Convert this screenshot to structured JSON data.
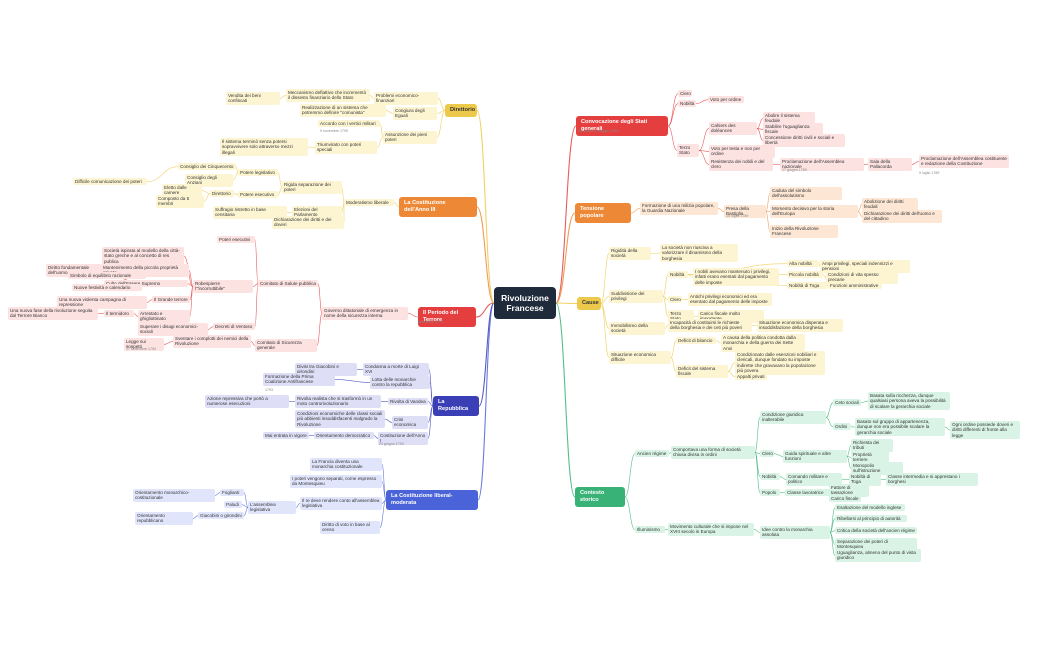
{
  "root": "Rivoluzione Francese",
  "colors": {
    "red": "#e53e3e",
    "orange": "#ed8936",
    "yellow": "#ecc94b",
    "green": "#38b277",
    "blue": "#4a63d8",
    "purple": "#3b3fb5",
    "dark": "#1f2a3a",
    "pink_bg": "#fde2e2",
    "peach_bg": "#fde7d4",
    "yellow_bg": "#fdf5d2",
    "green_bg": "#d9f4e6",
    "blue_bg": "#e0e5fb",
    "purple_bg": "#dedff6"
  },
  "nodes": {
    "n1": "Convocazione degli Stati generali",
    "n1_note": "Versailles 5 maggio 1789",
    "n1a": "Clero",
    "n1b": "Nobiltà",
    "n1ab": "Voto per ordine",
    "n1c": "Terzo Stato",
    "n1c1": "Cahiers des doléances",
    "n1c1a": "Abolire il sistema feudale",
    "n1c1b": "Stabilire l'uguaglianza fiscale",
    "n1c1c": "Concessione diritti civili e sociali e libertà",
    "n1c2": "Voto per testa e non per ordine",
    "n1c3": "Resistenza dei nobili e del clero",
    "n1c3a": "Proclamazione dell'Assemblea nazionale",
    "n1c3a_note": "17 giugno 1789",
    "n1c3b": "Sala della Pallacorda",
    "n1c3c": "Proclamazione dell'Assemblea costituente e redazione della Costituzione",
    "n1c3c_note": "9 luglio 1789",
    "n2": "Tensione popolare",
    "n2a": "Formazione di una milizia popolare, la Guardia Nazionale",
    "n2b": "Presa della Bastiglia",
    "n2b_note": "14 luglio 1789",
    "n2b1": "Caduta del simbolo dell'assolutismo",
    "n2b2": "Momento decisivo per la storia dell'Europa",
    "n2b2a": "Abolizione dei diritti feudali",
    "n2b2b": "Dichiarazione dei diritti dell'uomo e del cittadino",
    "n2b3": "Inizio della Rivoluzione Francese",
    "n3": "Cause",
    "n3a": "Rigidità della società",
    "n3a1": "La società non riusciva a valorizzare il dinamismo della borghesia",
    "n3b": "Suddivisione dei privilegi",
    "n3b1": "Nobiltà",
    "n3b1a": "I nobili avevano mantenuto i privilegi, infatti erano esentati dal pagamento delle imposte",
    "n3b1b": "Alta nobiltà",
    "n3b1b1": "Ampi privilegi, speciali indennizzi e pensioni",
    "n3b1c": "Piccola nobiltà",
    "n3b1c1": "Condizioni di vita spesso precarie",
    "n3b1d": "Nobiltà di Toga",
    "n3b1d1": "Funzioni amministrative",
    "n3b2": "Clero",
    "n3b2a": "Antichi privilegi economici ed era esentato dal pagamento delle imposte",
    "n3b3": "Terzo Stato",
    "n3b3a": "Carico fiscale molto importante",
    "n3c": "Immobilismo della società",
    "n3c1": "Incapacità di costituirsi le richieste della borghesia e dei ceti più poveri",
    "n3c2": "Situazione economica disperata e insoddisfazione della borghesia",
    "n3d": "Situazione economica difficile",
    "n3d1": "Deficit di bilancio",
    "n3d1a": "A causa della politica condotta dalla monarchia e della guerra dei Sette Anni",
    "n3d2": "Deficit del sistema fiscale",
    "n3d2a": "Condizionato dalle esenzioni nobiliari e clericali, dunque fondato su imposte indirette che gravavano la popolazione più povera",
    "n3d2b": "Appalti privati",
    "n4": "Contesto storico",
    "n4a": "Ancien régime",
    "n4a1": "Comportava una forma di società chiusa divisa in ordini",
    "n4a2": "Condizione giuridica inalterabile",
    "n4a2a": "Ceto sociali",
    "n4a2a1": "Basata sulla ricchezza, dunque qualsiasi persona aveva la possibilità di scalare la gerarchia sociale",
    "n4a2b": "Ordini",
    "n4a2b1": "Basato sul gruppo di appartenenza, dunque non era possibile scalare la gerarchia sociale",
    "n4a2b2": "Ogni ordine possiede doveri e diritti differenti di fronte alla legge",
    "n4a3": "Clero",
    "n4a3a": "Guida spirituale e altre funzioni",
    "n4a3a1": "Richiesta dei tributi",
    "n4a3a2": "Proprietà terriere",
    "n4a3a3": "Monopolio sull'istruzione",
    "n4a4": "Nobiltà",
    "n4a4a": "Comando militare e politico",
    "n4a4b": "Nobiltà di Toga",
    "n4a4c": "Classe intermedia e si apprestano i borghesi",
    "n4a5": "Popolo",
    "n4a5a": "Classe lavoratrice",
    "n4a5a1": "Fattore di tassazione",
    "n4a5a2": "Carico fiscale",
    "n4b": "Illuminismo",
    "n4b1": "Movimento culturale che si impone nel XVIII secolo in Europa",
    "n4b2": "Idee contro la monarchia assoluta",
    "n4b2a": "Esaltazione del modello inglese",
    "n4b2b": "Ribellarsi al principio di autorità",
    "n4b2c": "Critica della società dell'ancien régime",
    "n4b2d": "Separazione dei poteri di Montesquieu",
    "n4b2e": "Uguaglianza, almeno del punto di vista giuridico",
    "n5": "La Costituzione liberal-moderata",
    "n5a": "La Francia diventa una monarchia costituzionale",
    "n5b": "I poteri vengono separati, come espresso da Montesquieu",
    "n5c": "Il re deve rendere conto all'assemblea legislativa",
    "n5d": "L'assemblea legislativa",
    "n5d1": "Foglianti",
    "n5d1a": "Orientamento monarchico-costituzionale",
    "n5d2": "Paludi",
    "n5d3": "Giacobini o girondini",
    "n5d3a": "Orientamento repubblicano",
    "n5e": "Diritto di voto in base al censo",
    "n6": "La Repubblica",
    "n6a": "Condanna a morte di Luigi XVI",
    "n6a1": "Divisi tra Giacobini e girondini",
    "n6b": "Lotta delle monarchie contro la repubblica",
    "n6b1": "Formazione della Prima Coalizione Antifrancese",
    "n6b1_note": "1793",
    "n6c": "Rivolta di Vandea",
    "n6c1": "Rivolta realista che si trasformò in un moto controrivoluzionario",
    "n6c1a": "Azione repressiva che portò a numerose esecuzioni",
    "n6d": "Crisi economica",
    "n6d1": "Condizioni economiche delle classi sociali più abbienti insoddisfacenti malgrado la Rivoluzione",
    "n6e": "Costituzione dell'Anno I",
    "n6e_note": "24 giugno 1793",
    "n6e1": "Orientamento democratico",
    "n6e1a": "Mai entrata in vigore",
    "n7": "Il Periodo del Terrore",
    "n7_note": "settembre 1793",
    "n7a": "Governo dittatoriale di emergenza in nome della sicurezza interna",
    "n7a1": "Comitato di Salute pubblica",
    "n7a1a": "Poteri esecutivi",
    "n7a1b": "Robespierre l'\"incorruttibile\"",
    "n7a1b1": "Società ispirata al modello della città-stato greche e al concetto di res publica",
    "n7a1b2": "Mantenimento della piccola proprietà privata",
    "n7a1b2a": "Diritto fondamentale dell'uomo",
    "n7a1b3": "Culto dell'Essere Supremo",
    "n7a1b3a": "Simbolo di equilibrio razionale",
    "n7a1b3b": "Nuove festività e calendario",
    "n7a1b4": "Il Grande terrore",
    "n7a1b4a": "Una nuova violenta campagna di repressione",
    "n7a1b5": "Arrestato e ghigliottinato",
    "n7a1b5a": "Il termidoro",
    "n7a1b5b": "Una nuova fase della rivoluzione seguita dal Terrore Bianco",
    "n7a1c": "Decreti di Ventoso",
    "n7a1c1": "Superare i disagi economici-sociali",
    "n7a2": "Comitato di Sicurezza generale",
    "n7a2a": "Sventare i complotti dei nemici della Rivoluzione",
    "n7a2b": "Legge sui sospetti",
    "n7a2b_note": "17 settembre 1793",
    "n8": "La Costituzione dell'Anno III",
    "n8a": "Moderatismo liberale",
    "n8a1": "Rigida separazione dei poteri",
    "n8a1a": "Potere legislativo",
    "n8a1a1": "Consiglio dei Cinquecento",
    "n8a1a2": "Consiglio degli Anziani",
    "n8a1b": "Potere esecutivo",
    "n8a1b1": "Direttorio",
    "n8a1b1a": "Eletto dalle camere",
    "n8a1b1b": "Composto da 5 membri",
    "n8a1x": "Difficile comunicazione dei poteri",
    "n8a2": "Elezioni del Parlamento",
    "n8a2a": "Suffragio ristretto in base censitaria",
    "n8a3": "Dichiarazione dei diritti e dei doveri",
    "n9": "Direttorio",
    "n9a": "Problemi economico-finanziari",
    "n9a1": "Meccanismo deflattivo che incrementò il dissesto finanziario dello Stato",
    "n9a1a": "Vendita dei beni confiscati",
    "n9b": "Congiura degli Eguali",
    "n9b1": "Realizzazione di un sistema che potremmo definire \"comunista\"",
    "n9c": "Assunzione dei pieni poteri",
    "n9c1": "Accordo con i vertici militari",
    "n9c1_note": "9 novembre 1799",
    "n9c2": "Triumvirato con poteri speciali",
    "n9c2a": "Il sistema terminò senza potersi sopravvivere solo attraverso mezzi illegali"
  }
}
